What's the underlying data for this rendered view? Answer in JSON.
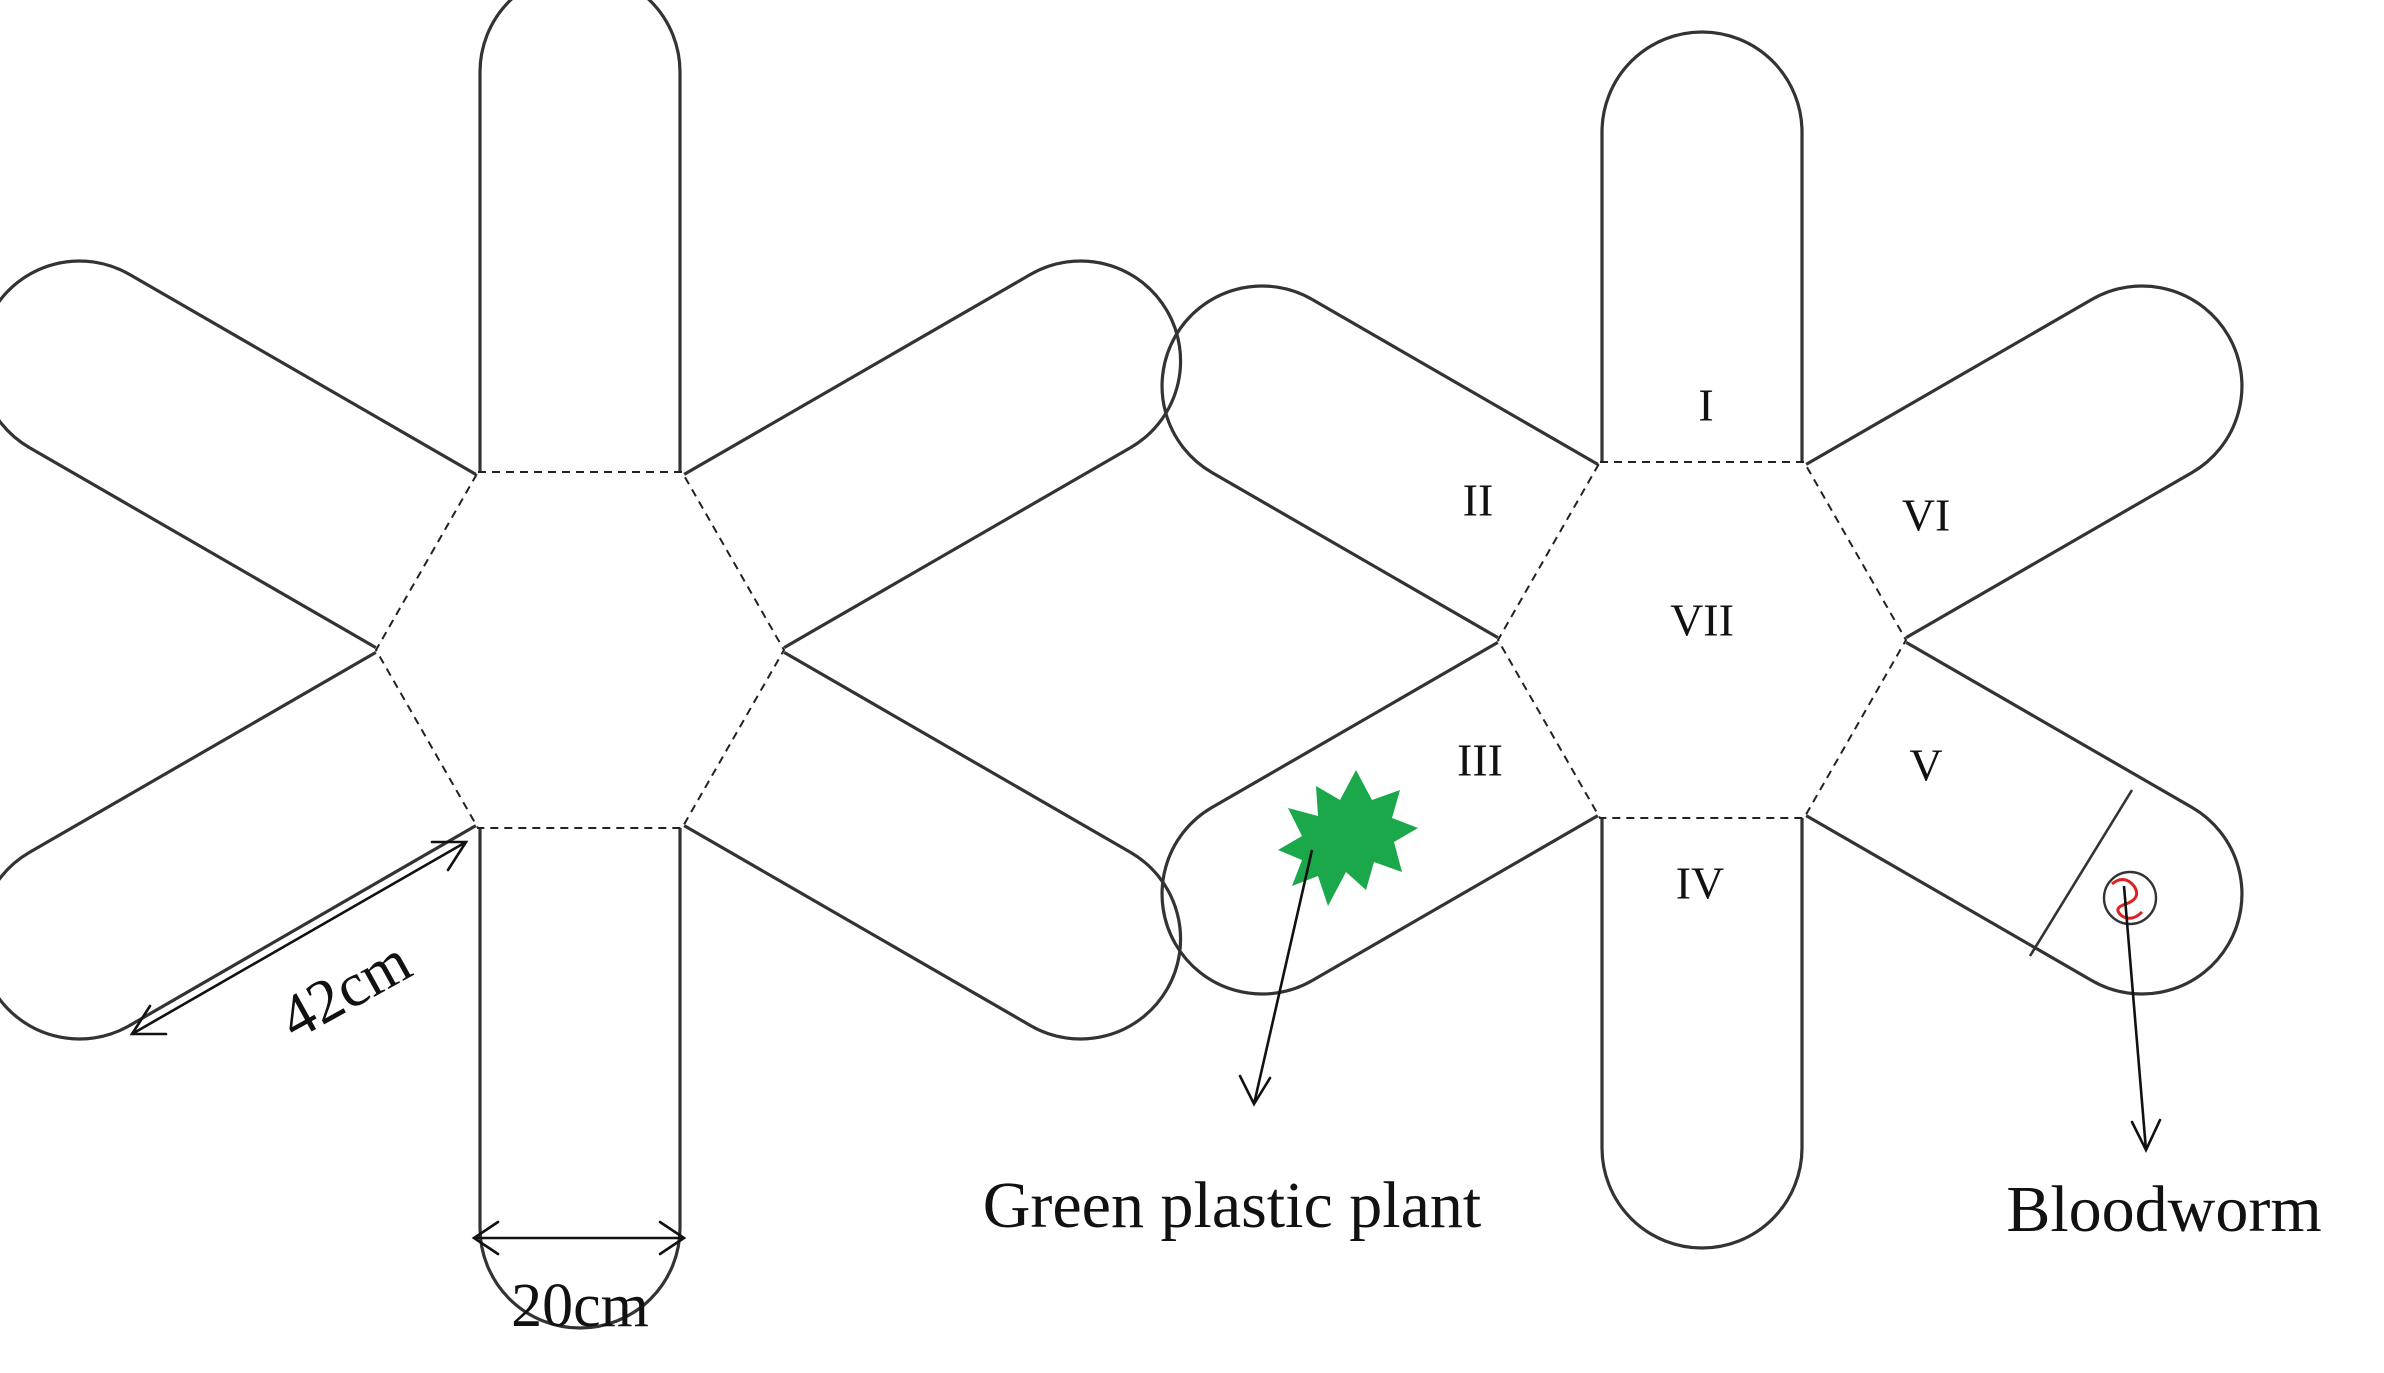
{
  "left_maze": {
    "dimension_arm_length": "42cm",
    "dimension_arm_width": "20cm"
  },
  "right_maze": {
    "zones": [
      "I",
      "II",
      "III",
      "IV",
      "V",
      "VI",
      "VII"
    ],
    "plant_label": "Green plastic plant",
    "bloodworm_label": "Bloodworm"
  },
  "colors": {
    "outline": "#333333",
    "plant": "#1aa84a",
    "bloodworm": "#e02020"
  }
}
